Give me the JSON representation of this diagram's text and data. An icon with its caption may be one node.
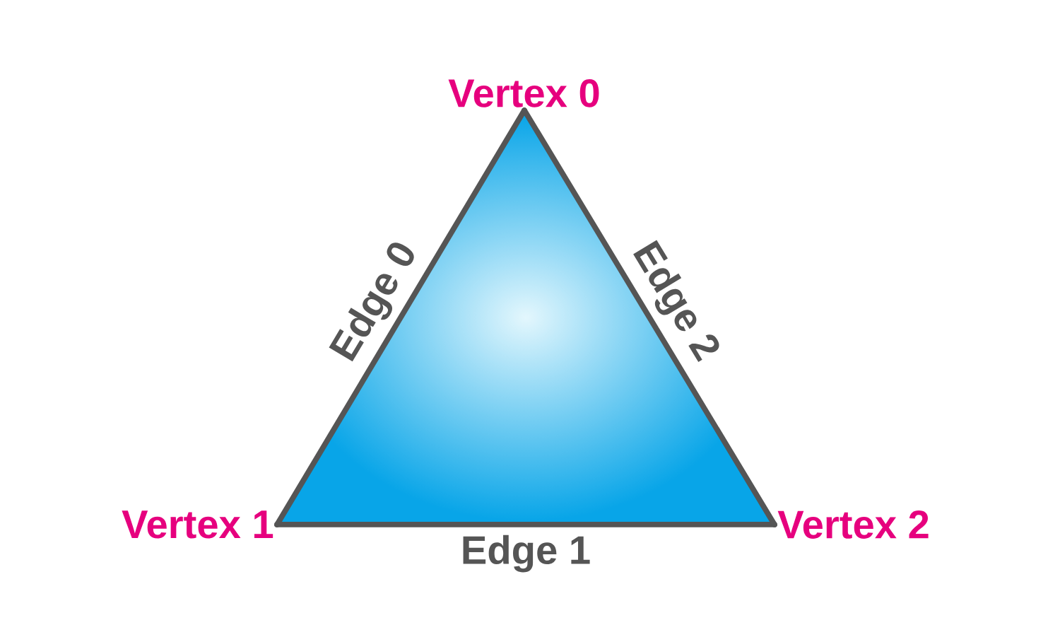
{
  "diagram": {
    "nodes": [
      {
        "text": [
          "Vertex 0"
        ]
      },
      {
        "text": [
          "Vertex 1"
        ]
      },
      {
        "text": [
          "Vertex 2"
        ]
      }
    ],
    "edges": [
      {
        "from": 0,
        "to": 1,
        "arrow": "none",
        "label": "Edge 0"
      },
      {
        "from": 1,
        "to": 2,
        "arrow": "none",
        "label": "Edge 1"
      },
      {
        "from": 0,
        "to": 2,
        "arrow": "none",
        "label": "Edge 2"
      }
    ]
  }
}
